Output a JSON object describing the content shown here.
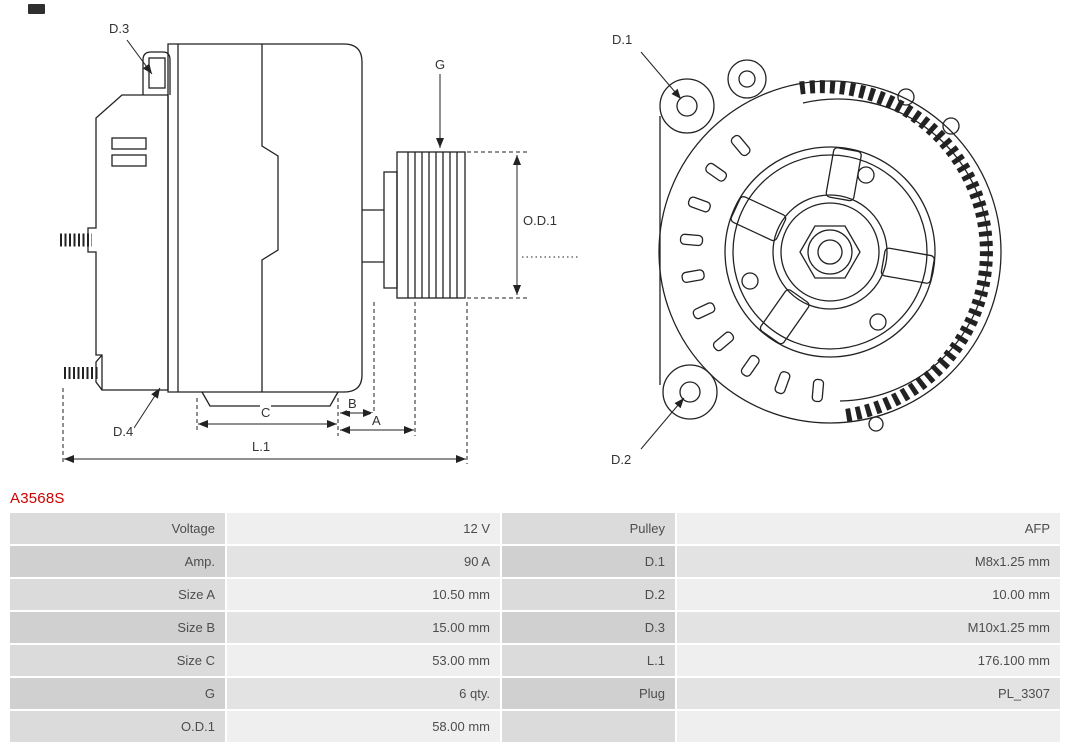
{
  "part_number": "A3568S",
  "accent_color": "#cc0000",
  "diagram": {
    "labels": {
      "d3": "D.3",
      "g": "G",
      "d1": "D.1",
      "od1": "O.D.1",
      "d4": "D.4",
      "c": "C",
      "b": "B",
      "a": "A",
      "l1": "L.1",
      "d2": "D.2"
    }
  },
  "table": {
    "rows": [
      {
        "label": "Voltage",
        "value": "12 V",
        "label2": "Pulley",
        "value2": "AFP"
      },
      {
        "label": "Amp.",
        "value": "90 A",
        "label2": "D.1",
        "value2": "M8x1.25 mm"
      },
      {
        "label": "Size A",
        "value": "10.50 mm",
        "label2": "D.2",
        "value2": "10.00 mm"
      },
      {
        "label": "Size B",
        "value": "15.00 mm",
        "label2": "D.3",
        "value2": "M10x1.25 mm"
      },
      {
        "label": "Size C",
        "value": "53.00 mm",
        "label2": "L.1",
        "value2": "176.100 mm"
      },
      {
        "label": "G",
        "value": "6 qty.",
        "label2": "Plug",
        "value2": "PL_3307"
      },
      {
        "label": "O.D.1",
        "value": "58.00 mm",
        "label2": "",
        "value2": ""
      }
    ]
  }
}
